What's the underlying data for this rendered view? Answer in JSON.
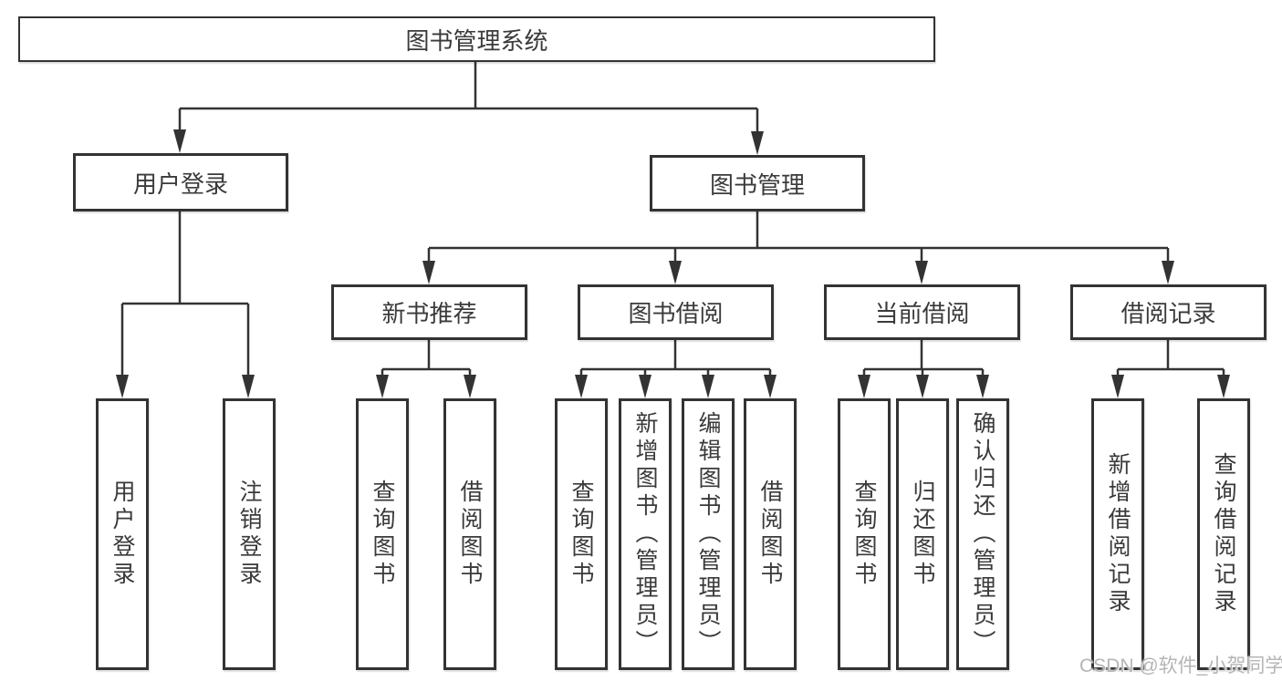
{
  "tree": {
    "root": {
      "label": "图书管理系统"
    },
    "level1": [
      {
        "label": "用户登录",
        "leaves": [
          "用户登录",
          "注销登录"
        ]
      },
      {
        "label": "图书管理",
        "sections": [
          {
            "label": "新书推荐",
            "leaves": [
              "查询图书",
              "借阅图书"
            ]
          },
          {
            "label": "图书借阅",
            "leaves": [
              "查询图书",
              "新增图书（管理员）",
              "编辑图书（管理员）",
              "借阅图书"
            ]
          },
          {
            "label": "当前借阅",
            "leaves": [
              "查询图书",
              "归还图书",
              "确认归还（管理员）"
            ]
          },
          {
            "label": "借阅记录",
            "leaves": [
              "新增借阅记录",
              "查询借阅记录"
            ]
          }
        ]
      }
    ]
  },
  "watermark": "CSDN @软件_小贺同学",
  "colors": {
    "line": "#333333",
    "border": "#333333",
    "text": "#3a3a3a",
    "watermark": "#b5b5b5",
    "bg": "#ffffff"
  }
}
